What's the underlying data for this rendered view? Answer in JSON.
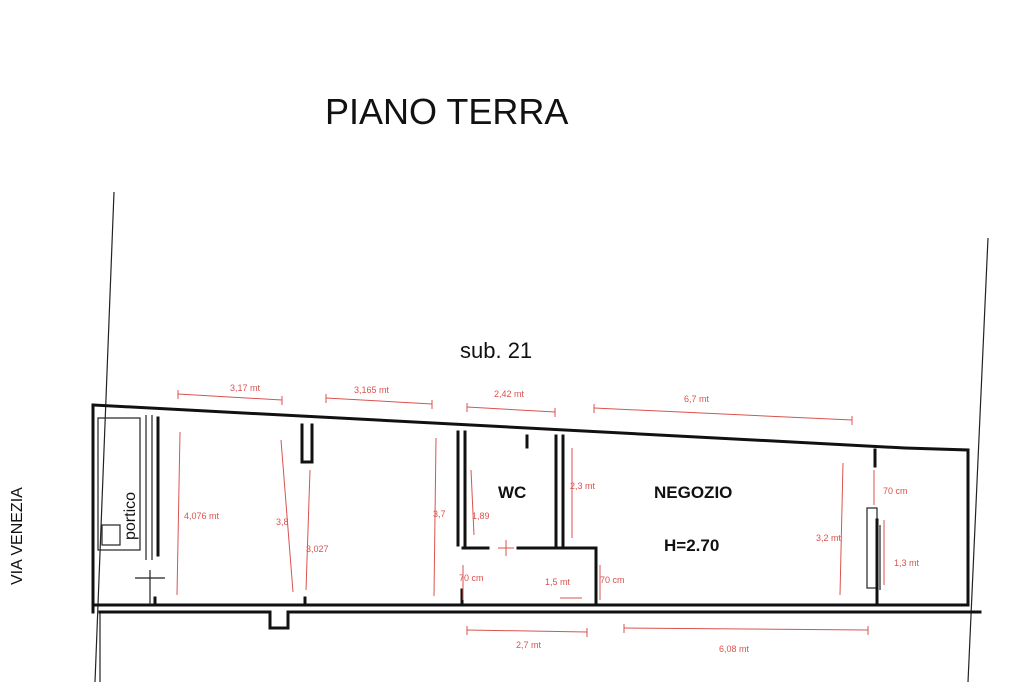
{
  "title": "PIANO TERRA",
  "subunit": "sub. 21",
  "street": "VIA VENEZIA",
  "rooms": {
    "portico": "portico",
    "wc": "WC",
    "shop": "NEGOZIO",
    "height": "H=2.70"
  },
  "dimensions": {
    "top_1": "3,17 mt",
    "top_2": "3,165 mt",
    "top_3": "2,42 mt",
    "top_4": "6,7 mt",
    "v_4076": "4,076 mt",
    "v_38": "3,8",
    "v_3027": "3,027",
    "v_37": "3,7",
    "v_189": "1,89",
    "v_23": "2,3 mt",
    "v_32": "3,2 mt",
    "v_70_right": "70 cm",
    "v_13": "1,3 mt",
    "door_70_left": "70 cm",
    "door_15": "1,5 mt",
    "door_70_mid": "70 cm",
    "bottom_1": "2,7 mt",
    "bottom_2": "6,08 mt"
  }
}
